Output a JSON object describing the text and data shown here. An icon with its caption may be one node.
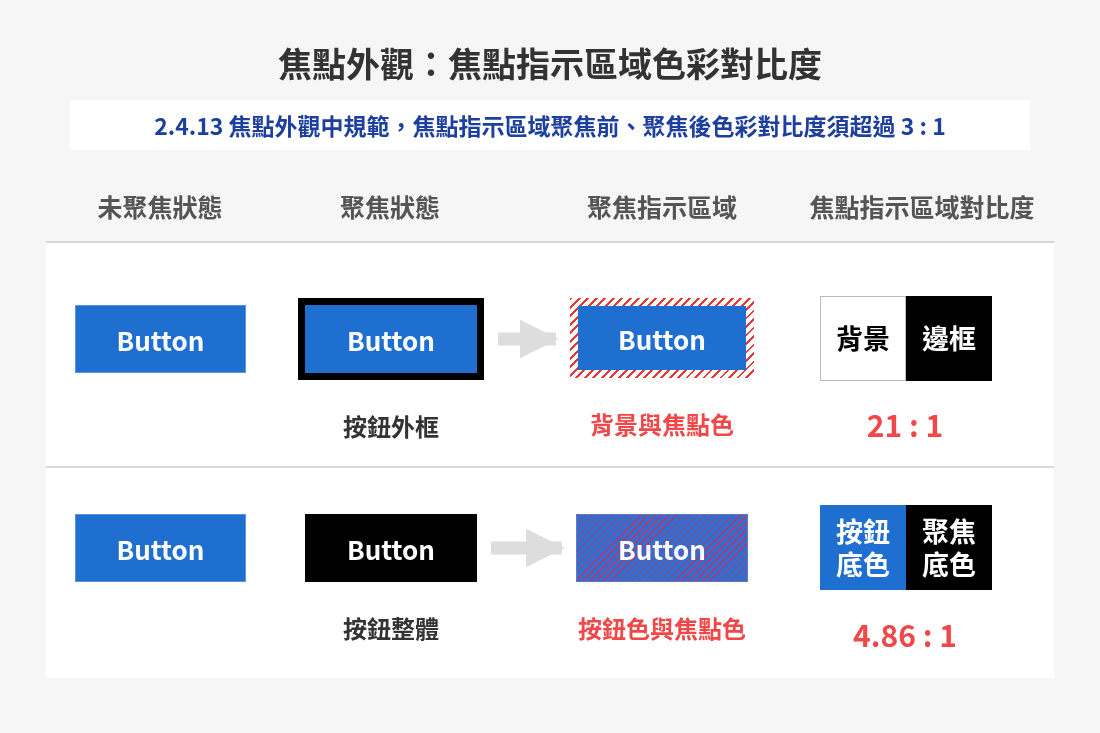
{
  "diagram": {
    "title": "焦點外觀：焦點指示區域色彩對比度",
    "nodes": [
      {
        "text": [
          "Button"
        ]
      },
      {
        "text": [
          "Button"
        ],
        "beside": [
          "按鈕外框"
        ]
      },
      {
        "text": [
          "Button"
        ],
        "beside": [
          "背景與焦點色"
        ]
      },
      {
        "text": [
          "背景"
        ]
      },
      {
        "text": [
          "邊框"
        ]
      },
      {
        "text": [
          "Button"
        ]
      },
      {
        "text": [
          "Button"
        ],
        "beside": [
          "按鈕整體"
        ]
      },
      {
        "text": [
          "Button"
        ],
        "beside": [
          "按鈕色與焦點色"
        ]
      },
      {
        "text": [
          "按鈕底色"
        ]
      },
      {
        "text": [
          "聚焦底色"
        ]
      }
    ],
    "edges": [
      {
        "from": 1,
        "to": 2,
        "arrow": "to",
        "color": "#dddddd"
      },
      {
        "from": 6,
        "to": 7,
        "arrow": "to",
        "color": "#dddddd"
      }
    ],
    "labels": [
      "2.4.13 焦點外觀中規範，焦點指示區域聚焦前、聚焦後色彩對比度須超過 3 : 1",
      "未聚焦狀態",
      "聚焦狀態",
      "聚焦指示區域",
      "焦點指示區域對比度",
      "21 : 1",
      "4.86 : 1"
    ]
  }
}
